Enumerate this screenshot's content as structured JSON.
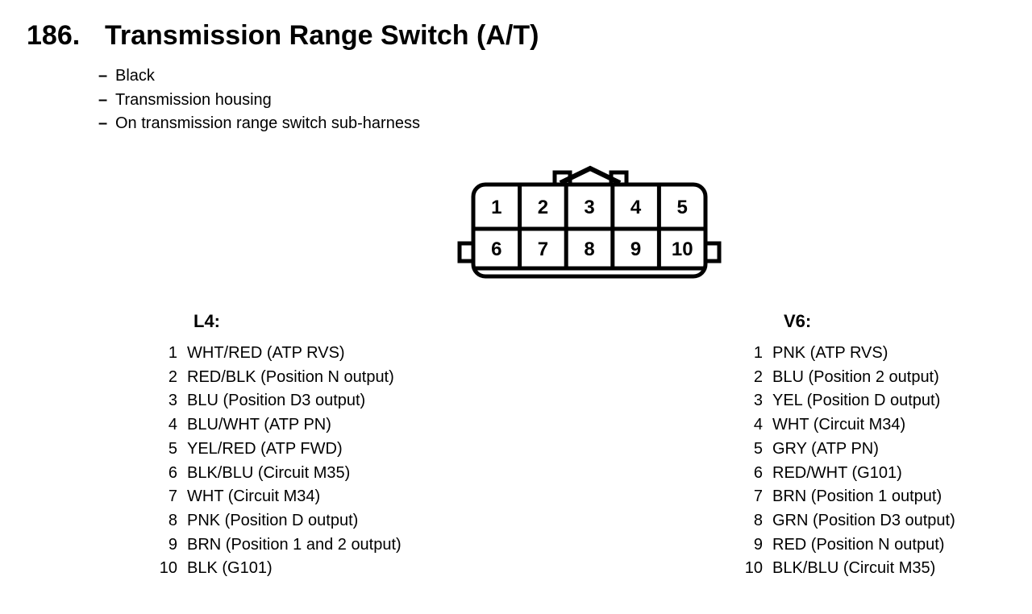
{
  "colors": {
    "ink": "#000000",
    "paper": "#ffffff"
  },
  "header": {
    "number": "186.",
    "title": "Transmission Range Switch (A/T)",
    "dash": "–",
    "notes": [
      "Black",
      "Transmission housing",
      "On transmission range switch sub-harness"
    ]
  },
  "connector": {
    "rows": 2,
    "columns": 5,
    "pins": [
      "1",
      "2",
      "3",
      "4",
      "5",
      "6",
      "7",
      "8",
      "9",
      "10"
    ]
  },
  "pinouts": {
    "l4": {
      "label": "L4:",
      "rows": [
        {
          "pin": "1",
          "desc": "WHT/RED (ATP RVS)"
        },
        {
          "pin": "2",
          "desc": "RED/BLK (Position N output)"
        },
        {
          "pin": "3",
          "desc": "BLU (Position D3 output)"
        },
        {
          "pin": "4",
          "desc": "BLU/WHT (ATP PN)"
        },
        {
          "pin": "5",
          "desc": "YEL/RED (ATP FWD)"
        },
        {
          "pin": "6",
          "desc": "BLK/BLU (Circuit M35)"
        },
        {
          "pin": "7",
          "desc": "WHT (Circuit M34)"
        },
        {
          "pin": "8",
          "desc": "PNK (Position D output)"
        },
        {
          "pin": "9",
          "desc": "BRN (Position 1 and 2 output)"
        },
        {
          "pin": "10",
          "desc": "BLK (G101)"
        }
      ]
    },
    "v6": {
      "label": "V6:",
      "rows": [
        {
          "pin": "1",
          "desc": "PNK (ATP RVS)"
        },
        {
          "pin": "2",
          "desc": "BLU (Position 2 output)"
        },
        {
          "pin": "3",
          "desc": "YEL (Position D output)"
        },
        {
          "pin": "4",
          "desc": "WHT (Circuit M34)"
        },
        {
          "pin": "5",
          "desc": "GRY (ATP PN)"
        },
        {
          "pin": "6",
          "desc": "RED/WHT (G101)"
        },
        {
          "pin": "7",
          "desc": "BRN (Position 1 output)"
        },
        {
          "pin": "8",
          "desc": "GRN (Position D3 output)"
        },
        {
          "pin": "9",
          "desc": "RED (Position N output)"
        },
        {
          "pin": "10",
          "desc": "BLK/BLU (Circuit M35)"
        }
      ]
    }
  }
}
